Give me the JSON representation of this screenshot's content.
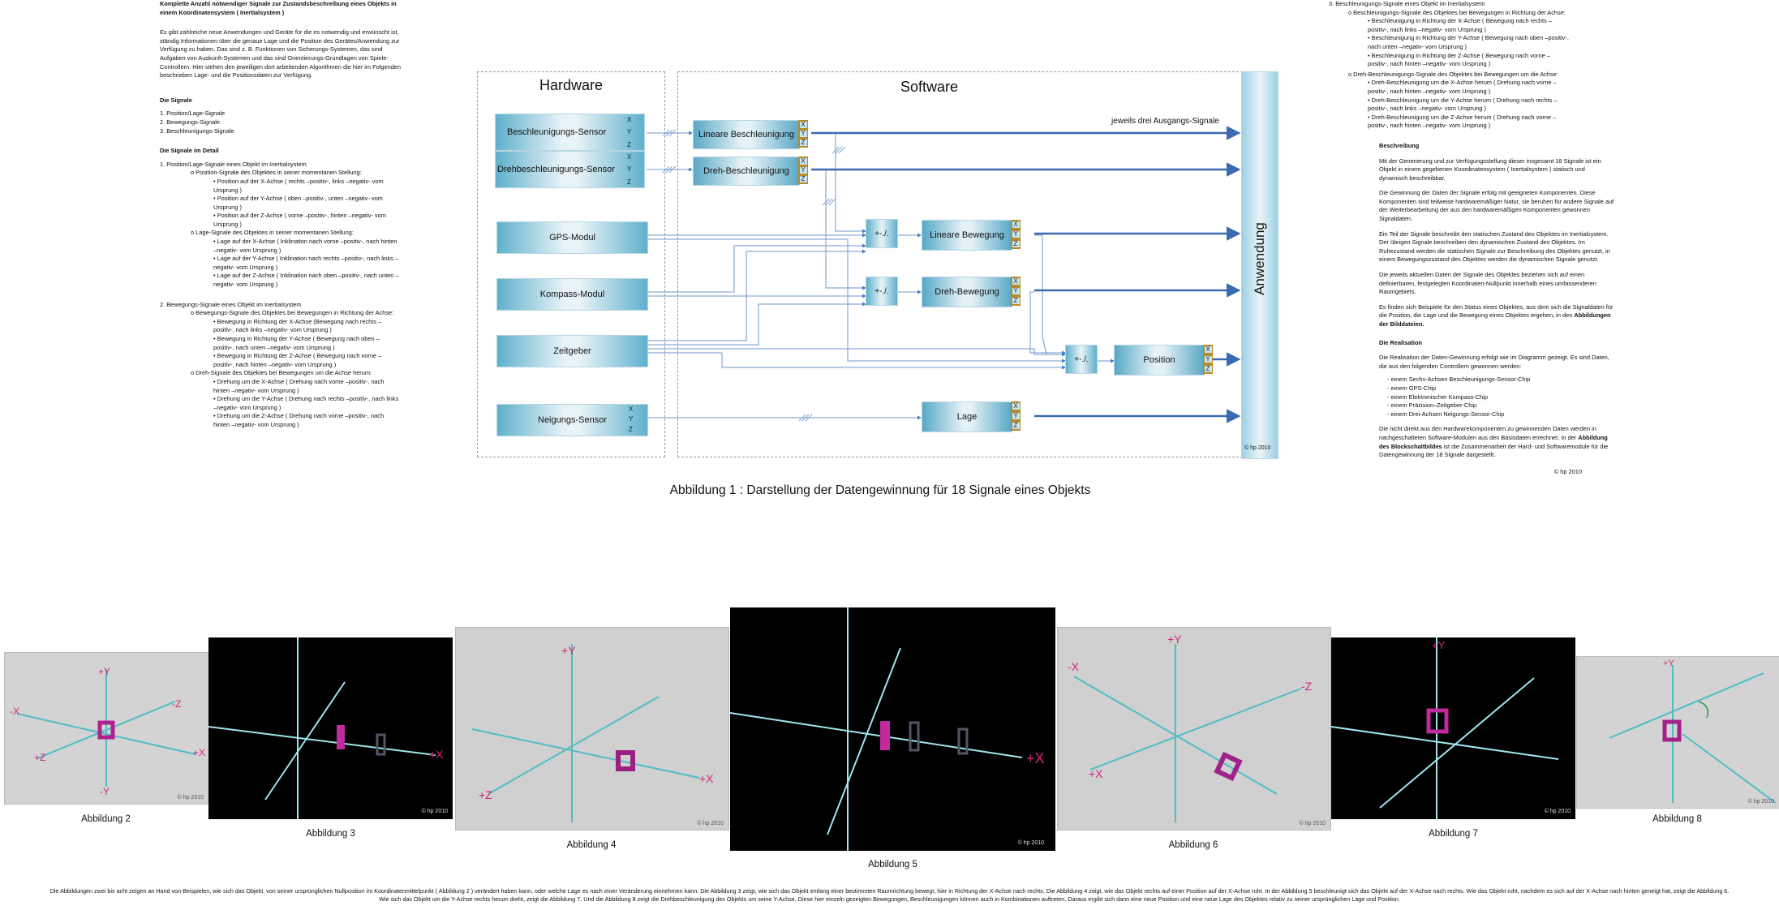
{
  "left": {
    "title": "Komplette Anzahl notwendiger Signale zur Zustandsbeschreibung eines Objekts in einem Koordinatensystem ( Inertialsystem )",
    "intro": "Es gibt zahlreiche neue Anwendungen und Geräte für die es notwendig und erwünscht ist, ständig Informationen über die genaue Lage und die Position des Gerätes/Anwendung zur Verfügung zu haben. Das sind z. B. Funktionen von Sicherungs-Systemen, das sind Aufgaben von Auskunft-Systemen und das sind Orientierungs-Grundlagen von Spiele-Controllern. Hier stehen den jeweiligen dort arbeitenden Algorithmen die hier im Folgenden beschrieben Lage- und die Positionsdaten zur Verfügung.",
    "signals_heading": "Die Signale",
    "signals": [
      "1.   Position/Lage-Signale",
      "2.   Bewegungs-Signale",
      "3.   Beschleunigungs-Signale"
    ],
    "detail_heading": "Die Signale im Detail",
    "s1": "1.   Position/Lage-Signale eines Objekt im Inertialsystem",
    "s1a": "o    Position-Signale des Objektes in seiner momentanen Stellung:",
    "s1a_items": [
      "Position auf der X-Achse ( rechts –positiv-, links –negativ- vom Ursprung )",
      "Position auf der Y-Achse ( oben –positiv-, unten –negativ- vom Ursprung )",
      "Position auf der Z-Achse ( vorne –positiv-, hinten –negativ- vom Ursprung )"
    ],
    "s1b": "o    Lage-Signale des Objektes in seiner momentanen Stellung:",
    "s1b_items": [
      "Lage auf der X-Achse ( Inklination nach vorne –positiv-, nach hinten –negativ- vom Ursprung )",
      "Lage auf der Y-Achse ( Inklination nach rechts –positiv-, nach links –negativ- vom Ursprung )",
      "Lage auf der Z-Achse ( Inklination nach oben –positiv-, nach unten –negativ- vom Ursprung )"
    ],
    "s2": "2.   Bewegungs-Signale eines Objekt im Inertialsystem",
    "s2a": "o    Bewegungs-Signale des Objektes bei Bewegungen in Richtung der Achse:",
    "s2a_items": [
      "Bewegung in Richtung der X-Achse (Bewegung nach rechts –positiv-, nach links –negativ- vom Ursprung )",
      "Bewegung in Richtung der Y-Achse ( Bewegung nach oben –positiv-, nach unten –negativ- vom Ursprung )",
      "Bewegung in Richtung der Z-Achse ( Bewegung nach vorne –positiv-, nach hinten –negativ- vom Ursprung )"
    ],
    "s2b": "o    Dreh-Signale des Objektes bei Bewegungen um die Achse herum:",
    "s2b_items": [
      "Drehung um die X-Achse ( Drehung nach vorne –positiv-, nach hinten –negativ- vom Ursprung )",
      "Drehung um die Y-Achse ( Drehung nach rechts –positiv-, nach links –negativ- vom Ursprung )",
      "Drehung um die Z-Achse ( Drehung nach vorne –positiv-, nach hinten –negativ- vom Ursprung )"
    ]
  },
  "right": {
    "s3": "3.   Beschleunigungs-Signale eines Objekt im Inertialsystem",
    "s3a": "o    Beschleunigungs-Signale des Objektes bei Bewegungen in Richtung der Achse:",
    "s3a_items": [
      "Beschleunigung in Richtung der X-Achse ( Bewegung nach rechts –positiv-, nach links –negativ- vom Ursprung )",
      "Beschleunigung in Richtung der Y-Achse ( Bewegung nach oben –positiv-, nach unten –negativ- vom Ursprung )",
      "Beschleunigung in Richtung der Z-Achse ( Bewegung nach vorne –positiv-, nach hinten –negativ- vom Ursprung )"
    ],
    "s3b": "o    Dreh-Beschleunigungs-Signale des Objektes bei Bewegungen um die Achse:",
    "s3b_items": [
      "Dreh-Beschleunigung um die X-Achse herum ( Drehung nach vorne –positiv-, nach hinten –negativ- vom Ursprung )",
      "Dreh-Beschleunigung um die Y-Achse herum ( Drehung nach rechts –positiv-, nach links –negativ- vom Ursprung )",
      "Dreh-Beschleunigung um die Z-Achse herum ( Drehung nach vorne –positiv-, nach hinten –negativ- vom Ursprung )"
    ],
    "beschreibung_heading": "Beschreibung",
    "p1": "Mit der Generierung und zur Verfügungsstellung dieser insgesamt 18 Signale ist ein Objekt in einem gegebenen Koordinatensystem ( Inertialsystem ) statisch und dynamisch beschreibbar.",
    "p2": "Die Gewinnung der Daten der Signale erfolg mit geeigneten Komponenten. Diese Komponenten sind teilweise hardwaremäßiger Natur, sie beruhen für andere Signale auf der Weiterbearbeitung der aus den hardwaremäßigen Komponenten gewonnen Signaldaten.",
    "p3": "Ein Teil der Signale beschreibt den statischen Zustand des Objektes im Inertialsystem. Der übrigen Signale beschreiben den dynamischen Zustand des Objektes. Im Ruhezustand werden die statischen Signale zur Beschreibung des Objektes genutzt, in einem Bewegungszustand des Objektes werden die dynamischen Signale genutzt.",
    "p4": "Die jeweils aktuellen Daten der Signale des Objektes beziehen sich auf einen definierbaren, festgelegten Koordinaten-Nullpunkt innerhalb eines umfassenderen Raumgebiets.",
    "p5a": "Es finden sich Beispiele für den Status eines Objektes, aus dem sich die Signaldaten für die Position, die Lage und die Bewegung eines Objektes ergeben, in den ",
    "p5b": "Abbildungen der Bilddateien.",
    "realisation_heading": "Die Realisation",
    "p6": "Die Realisation der Daten-Gewinnung erfolgt wie im Diagramm gezeigt. Es sind Daten, die aus den folgenden Controllern gewonnen werden:",
    "chips": [
      "-      einem Sechs-Achsen Beschleunigungs-Sensor-Chip",
      "-      einem GPS-Chip",
      "-      einem Elektronischer Kompass-Chip",
      "-      einem Präzision–Zeitgeber-Chip",
      "-      einem Drei-Achsen Neigungs-Sensor-Chip"
    ],
    "p7a": "Die nicht direkt aus den Hardwarekomponenten zu gewinnenden Daten werden in nachgeschalteten  Software-Modulen aus den Basisdaten errechnet. In der ",
    "p7b": "Abbildung des Blockschaltbildes",
    "p7c": " ist die Zusammenarbeit der Hard- und Softwaremodule für die Datengewinnung der 18 Signale dargestellt.",
    "copyright": "© hp 2010"
  },
  "diagram": {
    "hardware": "Hardware",
    "software": "Software",
    "sensors": [
      "Beschleunigungs-Sensor",
      "Drehbeschleunigungs-Sensor",
      "GPS-Modul",
      "Kompass-Modul",
      "Zeitgeber",
      "Neigungs-Sensor"
    ],
    "soft_blocks": [
      "Lineare Beschleunigung",
      "Dreh-Beschleunigung",
      "Lineare Bewegung",
      "Dreh-Bewegung",
      "Position",
      "Lage"
    ],
    "op": "+-./.",
    "outputs_label": "jeweils drei Ausgangs-Signale",
    "anwendung": "Anwendung",
    "copyright": "© hp 2010",
    "x": "X",
    "y": "Y",
    "z": "Z",
    "caption": "Abbildung 1 : Darstellung der Datengewinnung für 18 Signale eines Objekts"
  },
  "figures": {
    "captions": [
      "Abbildung 2",
      "Abbildung 3",
      "Abbildung 4",
      "Abbildung 5",
      "Abbildung 6",
      "Abbildung 7",
      "Abbildung 8"
    ],
    "copyright": "© hp 2010",
    "axis": {
      "py": "+Y",
      "my": "-Y",
      "px": "+X",
      "mx": "-X",
      "pz": "+Z",
      "mz": "-Z"
    }
  },
  "footer": {
    "line1": "Die Abbildungen zwei bis acht zeigen an Hand von Beispielen, wie sich das Objekt, von seiner ursprünglichen Nullposition im Koordinatenmittelpunkt ( Abbildung 2 ) verändert haben kann, oder welche Lage es nach einer Veränderung einnehmen kann. Die Abbildung 3 zeigt, wie sich das Objekt entlang einer bestimmten Raumrichtung bewegt, hier in Richtung der X-Achse nach rechts. Die Abbildung 4 zeigt, wie das Objekt rechts auf einer Position auf der X-Achse ruht. In  der Abbildung 5 beschleunigt sich das Objekt auf der X-Achse nach rechts. Wie das Objekt ruht,  nachdem es sich auf der X-Achse nach hinten geneigt hat, zeigt die Abbildung 6.",
    "line2": "Wie sich das Objekt um die Y-Achse rechts herum dreht, zeigt die Abbildung 7. Und die Abbildung 8 zeigt die Drehbeschleunigung des Objekts um seine Y-Achse. Diese hier einzeln gezeigten Bewegungen,  Beschleunigungen können auch in Kombinationen auftreten. Daraus ergibt sich dann eine neue  Position und eine neue Lage des Objektes relativ zu seiner ursprünglichen Lage und Position."
  }
}
